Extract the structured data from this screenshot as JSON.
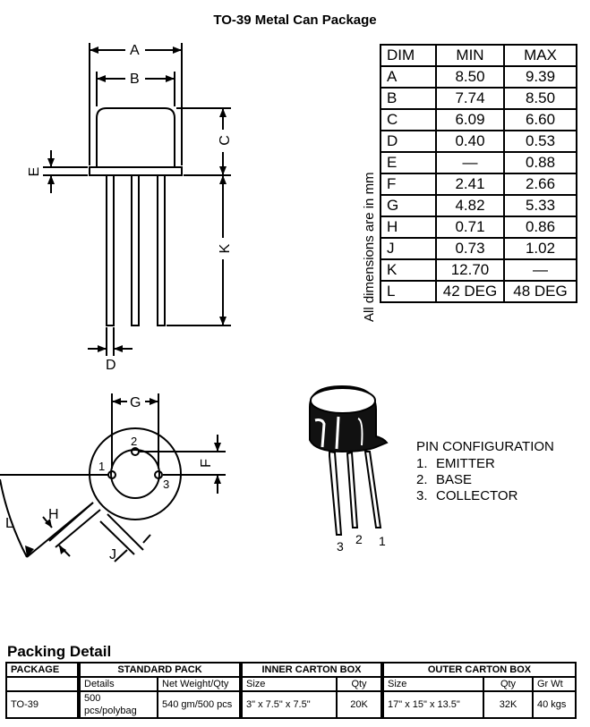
{
  "title": "TO-39 Metal Can Package",
  "dimensions": {
    "header": [
      "DIM",
      "MIN",
      "MAX"
    ],
    "rows": [
      [
        "A",
        "8.50",
        "9.39"
      ],
      [
        "B",
        "7.74",
        "8.50"
      ],
      [
        "C",
        "6.09",
        "6.60"
      ],
      [
        "D",
        "0.40",
        "0.53"
      ],
      [
        "E",
        "—",
        "0.88"
      ],
      [
        "F",
        "2.41",
        "2.66"
      ],
      [
        "G",
        "4.82",
        "5.33"
      ],
      [
        "H",
        "0.71",
        "0.86"
      ],
      [
        "J",
        "0.73",
        "1.02"
      ],
      [
        "K",
        "12.70",
        "—"
      ],
      [
        "L",
        "42 DEG",
        "48 DEG"
      ]
    ],
    "note": "All dimensions are in mm"
  },
  "drawing_labels": {
    "A": "A",
    "B": "B",
    "C": "C",
    "D": "D",
    "E": "E",
    "F": "F",
    "G": "G",
    "H": "H",
    "J": "J",
    "K": "K",
    "L": "L",
    "pin1": "1",
    "pin2": "2",
    "pin3": "3",
    "photo_pin3": "3",
    "photo_pin2": "2",
    "photo_pin1": "1"
  },
  "pin_config": {
    "title": "PIN CONFIGURATION",
    "pins": [
      {
        "num": "1.",
        "name": "EMITTER"
      },
      {
        "num": "2.",
        "name": "BASE"
      },
      {
        "num": "3.",
        "name": "COLLECTOR"
      }
    ]
  },
  "packing": {
    "heading": "Packing Detail",
    "headers": [
      "PACKAGE",
      "STANDARD PACK",
      "INNER CARTON BOX",
      "OUTER CARTON BOX"
    ],
    "subheaders": [
      "Details",
      "Net Weight/Qty",
      "Size",
      "Qty",
      "Size",
      "Qty",
      "Gr Wt"
    ],
    "row": [
      "TO-39",
      "500 pcs/polybag",
      "540 gm/500 pcs",
      "3\" x 7.5\" x 7.5\"",
      "20K",
      "17\" x 15\" x 13.5\"",
      "32K",
      "40 kgs"
    ]
  }
}
